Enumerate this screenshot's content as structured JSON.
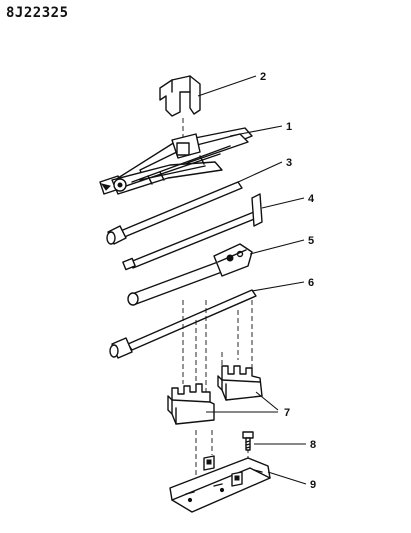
{
  "figure_id": "8J22325",
  "callouts": {
    "c1": "1",
    "c2": "2",
    "c3": "3",
    "c4": "4",
    "c5": "5",
    "c6": "6",
    "c7": "7",
    "c8": "8",
    "c9": "9"
  }
}
